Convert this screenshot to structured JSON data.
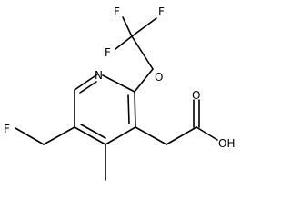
{
  "atoms": {
    "F1": "F",
    "F2": "F",
    "F3": "F",
    "O_ether": "O",
    "N_ring": "N",
    "O_carbonyl": "O",
    "OH": "OH",
    "F_methyl": "F"
  }
}
